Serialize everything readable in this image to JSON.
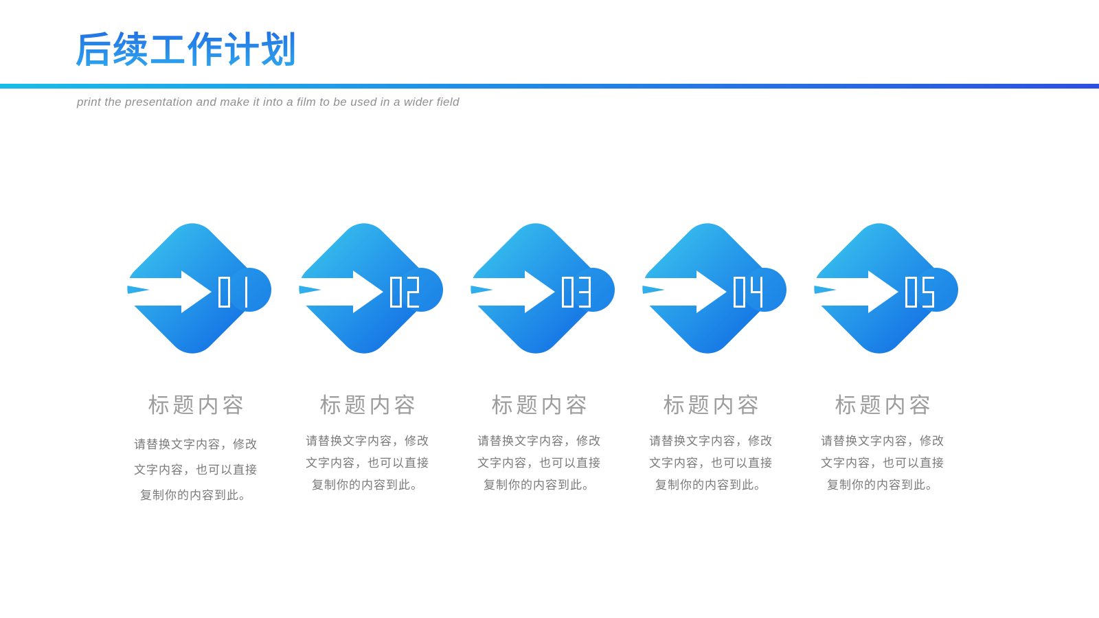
{
  "slide": {
    "title": "后续工作计划",
    "subtitle": "print the presentation and make it into a film to be used in a wider field"
  },
  "colors": {
    "title_gradient_top": "#2273e5",
    "title_gradient_bottom": "#2fa9ee",
    "rule_gradient_left": "#17bde9",
    "rule_gradient_right": "#2b50e2",
    "diamond_gradient_light": "#33b5ed",
    "diamond_gradient_dark": "#187ae6",
    "arrow_white": "#ffffff",
    "heading_gray": "#9c9c9c",
    "body_gray": "#7a7a7a",
    "subtitle_gray": "#8f8f8f"
  },
  "items": [
    {
      "number": "01",
      "heading": "标题内容",
      "body_lines": [
        "请替换文字内容，修改",
        "文字内容，也可以直接",
        "复制你的内容到此。"
      ]
    },
    {
      "number": "02",
      "heading": "标题内容",
      "body_lines": [
        "请替换文字内容，修改",
        "文字内容，也可以直接",
        "复制你的内容到此。"
      ]
    },
    {
      "number": "03",
      "heading": "标题内容",
      "body_lines": [
        "请替换文字内容，修改",
        "文字内容，也可以直接",
        "复制你的内容到此。"
      ]
    },
    {
      "number": "04",
      "heading": "标题内容",
      "body_lines": [
        "请替换文字内容，修改",
        "文字内容，也可以直接",
        "复制你的内容到此。"
      ]
    },
    {
      "number": "05",
      "heading": "标题内容",
      "body_lines": [
        "请替换文字内容，修改",
        "文字内容，也可以直接",
        "复制你的内容到此。"
      ]
    }
  ]
}
